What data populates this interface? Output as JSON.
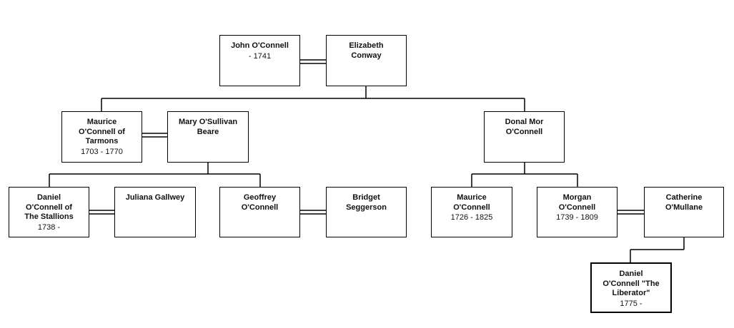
{
  "people": {
    "john": {
      "name": "John O'Connell",
      "dates": "- 1741"
    },
    "elizabeth": {
      "name": "Elizabeth\nConway",
      "dates": ""
    },
    "maurice_t": {
      "name": "Maurice\nO'Connell of\nTarmons",
      "dates": "1703 - 1770"
    },
    "mary": {
      "name": "Mary O'Sullivan\nBeare",
      "dates": ""
    },
    "donal": {
      "name": "Donal Mor\nO'Connell",
      "dates": ""
    },
    "daniel_s": {
      "name": "Daniel\nO'Connell of\nThe Stallions",
      "dates": "1738 -"
    },
    "juliana": {
      "name": "Juliana Gallwey",
      "dates": ""
    },
    "geoffrey": {
      "name": "Geoffrey\nO'Connell",
      "dates": ""
    },
    "bridget": {
      "name": "Bridget\nSeggerson",
      "dates": ""
    },
    "maurice_b": {
      "name": "Maurice\nO'Connell",
      "dates": "1726 - 1825"
    },
    "morgan": {
      "name": "Morgan\nO'Connell",
      "dates": "1739 - 1809"
    },
    "catherine": {
      "name": "Catherine\nO'Mullane",
      "dates": ""
    },
    "daniel_l": {
      "name": "Daniel\nO'Connell \"The\nLiberator\"",
      "dates": "1775 -"
    }
  }
}
